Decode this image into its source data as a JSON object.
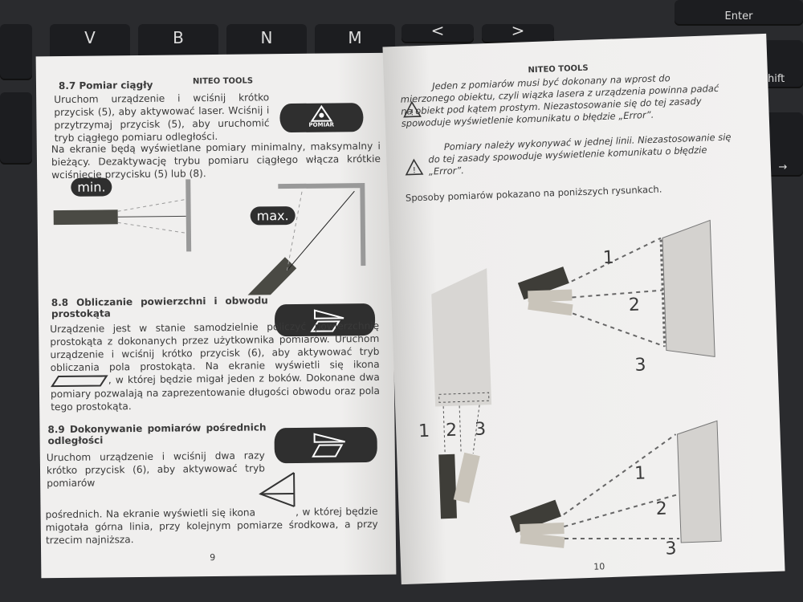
{
  "keyboard": {
    "keys": [
      "V",
      "B",
      "N",
      "M",
      "<",
      ">",
      "Enter",
      "Shift",
      "→"
    ]
  },
  "left_page": {
    "header": "NITEO TOOLS",
    "s87": {
      "title": "8.7 Pomiar ciągły",
      "p1": "Uruchom urządzenie i wciśnij krótko przycisk (5), aby aktywować laser. Wciśnij i przytrzymaj przycisk (5), aby uruchomić tryb ciągłego pomiaru odległości.",
      "p2": "Na ekranie będą wyświetlane pomiary minimalny, maksymalny i bieżący. Dezaktywację trybu pomiaru ciągłego włącza krótkie wciśnięcie przycisku (5) lub (8).",
      "button_label": "POMIAR",
      "min_label": "min.",
      "max_label": "max."
    },
    "s88": {
      "title": "8.8 Obliczanie powierzchni i obwodu prostokąta",
      "p1": "Urządzenie jest w stanie samodzielnie policzyć powierzchnię prostokąta z dokonanych przez użytkownika pomiarów. Uruchom urządzenie i wciśnij krótko przycisk (6), aby aktywować tryb obliczania pola prostokąta. Na ekranie wyświetli się ikona",
      "p2": ", w której będzie migał jeden z boków. Dokonane dwa pomiary pozwalają na zaprezentowanie długości obwodu oraz pola tego prostokąta."
    },
    "s89": {
      "title": "8.9 Dokonywanie pomiarów pośrednich odległości",
      "p1": "Uruchom urządzenie i wciśnij dwa razy krótko przycisk (6), aby aktywować tryb pomiarów",
      "p2": "pośrednich. Na ekranie wyświetli się ikona",
      "p3": ", w której będzie migotała górna linia, przy kolejnym pomiarze środkowa, a przy trzecim najniższa."
    },
    "page_number": "9"
  },
  "right_page": {
    "header": "NITEO TOOLS",
    "warning1": "Jeden z pomiarów musi być dokonany na wprost do mierzonego obiektu, czyli wiązka lasera z urządzenia powinna padać na obiekt pod kątem prostym. Niezastosowanie się do tej zasady spowoduje wyświetlenie komunikatu o błędzie „Error”.",
    "warning2": "Pomiary należy wykonywać w jednej linii. Niezastosowanie się do tej zasady spowoduje wyświetlenie komunikatu o błędzie „Error”.",
    "intro": "Sposoby pomiarów pokazano na poniższych rysunkach.",
    "figure_labels": [
      "1",
      "2",
      "3"
    ],
    "page_number": "10"
  }
}
